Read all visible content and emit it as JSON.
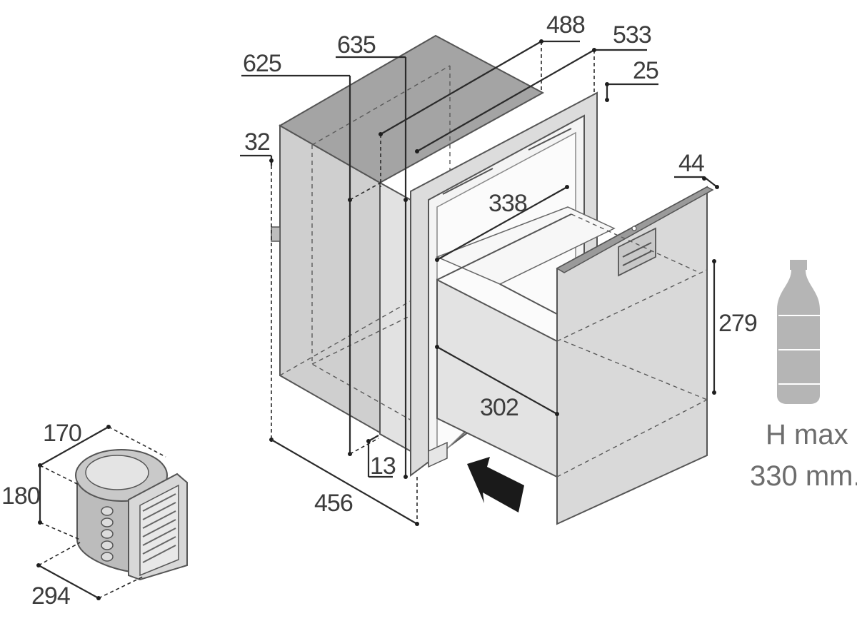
{
  "dimensions": {
    "d488": "488",
    "d533": "533",
    "d25": "25",
    "d635": "635",
    "d625": "625",
    "d32": "32",
    "d44": "44",
    "d338": "338",
    "d279": "279",
    "d302": "302",
    "d13": "13",
    "d456": "456",
    "unit_170": "170",
    "unit_180": "180",
    "unit_294": "294"
  },
  "bottle_note": {
    "line1": "H max",
    "line2": "330 mm."
  },
  "colors": {
    "cabinet_top": "#a4a4a4",
    "cabinet_side": "#cfcfcf",
    "frame": "#dcdcdc",
    "door": "#d9d9d9",
    "drawer": "#e3e3e3",
    "bottle": "#b5b5b5",
    "arrow": "#1a1a1a",
    "text": "#3c3c3c"
  }
}
